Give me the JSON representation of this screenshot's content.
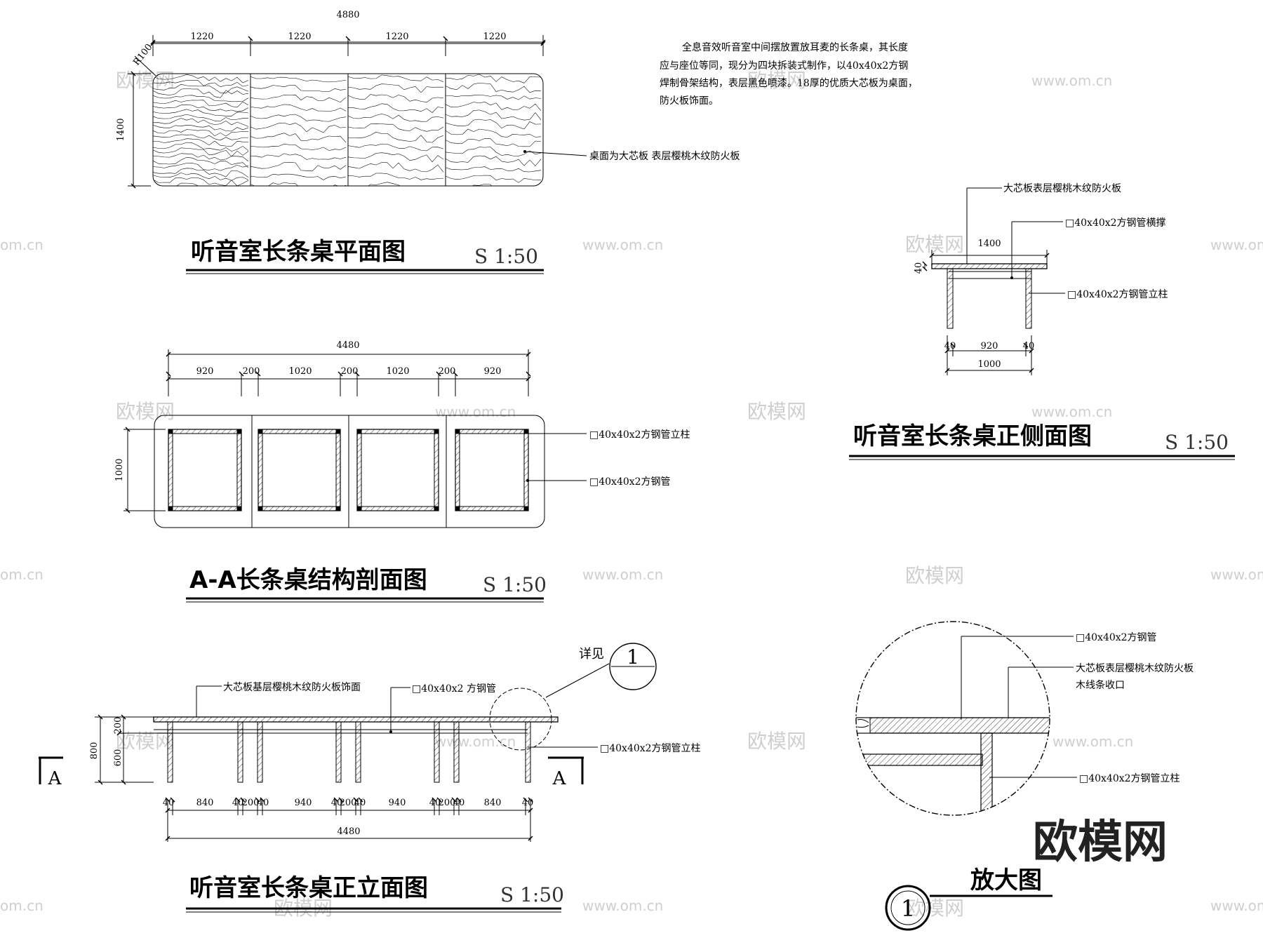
{
  "plan": {
    "title": "听音室长条桌平面图",
    "scale": "S 1:50",
    "dim_total": "4880",
    "dim_segments": [
      "1220",
      "1220",
      "1220",
      "1220"
    ],
    "dim_height": "1400",
    "radius": "R100",
    "callout": "桌面为大芯板 表层樱桃木纹防火板"
  },
  "note_lines": [
    "全息音效听音室中间摆放置放耳麦的长条桌，其长度",
    "应与座位等同，现分为四块拆装式制作，以40x40x2方钢",
    "焊制骨架结构，表层黑色喷漆。18厚的优质大芯板为桌面，",
    "防火板饰面。"
  ],
  "section": {
    "title": "A-A长条桌结构剖面图",
    "scale": "S 1:50",
    "dim_total": "4480",
    "dim_segments": [
      "920",
      "200",
      "1020",
      "200",
      "1020",
      "200",
      "920"
    ],
    "dim_height": "1000",
    "callout_1": "□40x40x2方钢管立柱",
    "callout_2": "□40x40x2方钢管"
  },
  "elevation": {
    "title": "听音室长条桌正立面图",
    "scale": "S 1:50",
    "callout_top_1": "大芯板基层樱桃木纹防火板饰面",
    "callout_top_2": "□40x40x2 方钢管",
    "callout_right": "□40x40x2方钢管立柱",
    "see_detail": "详见",
    "detail_no": "1",
    "dim_h_total": "800",
    "dim_h_top": "200",
    "dim_h_bottom": "600",
    "dim_bottom": [
      "40",
      "840",
      "40",
      "200",
      "40",
      "940",
      "40",
      "200",
      "40",
      "940",
      "40",
      "200",
      "40",
      "840",
      "40"
    ],
    "dim_total": "4480",
    "section_mark": "A"
  },
  "side": {
    "title": "听音室长条桌正侧面图",
    "scale": "S 1:50",
    "callout_1": "大芯板表层樱桃木纹防火板",
    "callout_2": "□40x40x2方钢管横撑",
    "callout_3": "□40x40x2方钢管立柱",
    "dim_top": "1400",
    "dim_thk": "40",
    "dim_bottom": [
      "40",
      "920",
      "40"
    ],
    "dim_bottom_total": "1000"
  },
  "detail": {
    "title": "放大图",
    "detail_no": "1",
    "callout_1": "□40x40x2方钢管",
    "callout_2": "大芯板表层樱桃木纹防火板",
    "callout_3": "木线条收口",
    "callout_4": "□40x40x2方钢管立柱"
  },
  "watermark": {
    "cn": "欧模网",
    "url": "www.om.cn",
    "url_short": "om.cn"
  },
  "logo": "欧模网"
}
